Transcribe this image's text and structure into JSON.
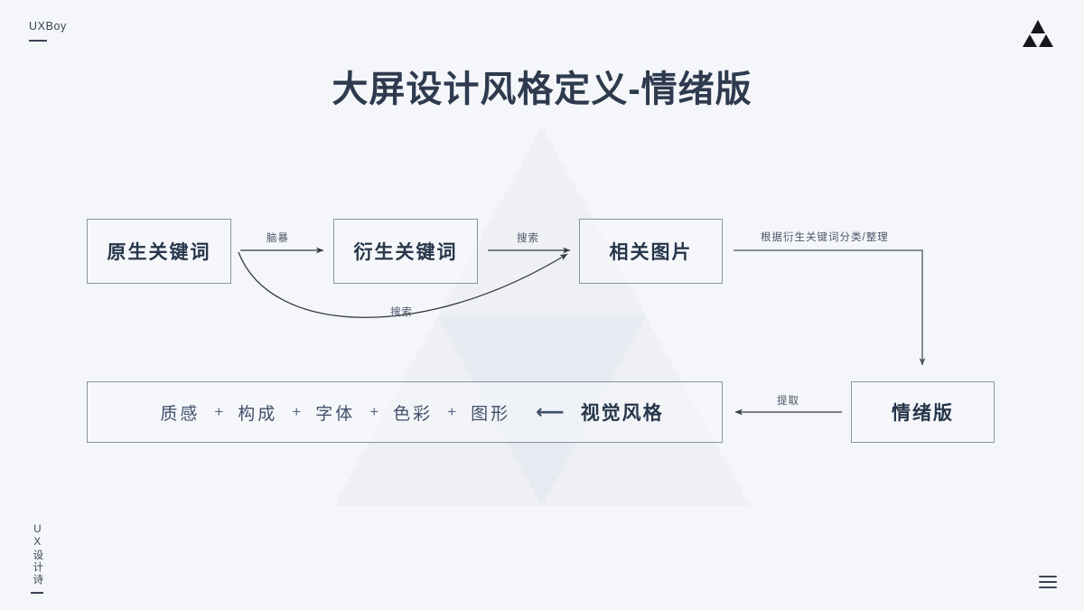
{
  "brand": {
    "top_left": "UXBoy",
    "bottom_left": "UX设计诗",
    "logo_icon": "triangle-logo-icon",
    "menu_icon": "hamburger-menu-icon"
  },
  "title": "大屏设计风格定义-情绪版",
  "colors": {
    "background": "#f4f6f9",
    "title": "#2e3a4e",
    "node_border": "#8a93a5",
    "node_text": "#27364b",
    "label_text": "#4a5568",
    "connector": "#3a3f48",
    "watermark": "#e8ebf0"
  },
  "diagram": {
    "nodes": [
      {
        "id": "source-keyword",
        "label": "原生关键词"
      },
      {
        "id": "derived-keyword",
        "label": "衍生关键词"
      },
      {
        "id": "related-images",
        "label": "相关图片"
      },
      {
        "id": "mood-board",
        "label": "情绪版"
      }
    ],
    "style_box": {
      "terms": [
        "质感",
        "构成",
        "字体",
        "色彩",
        "图形"
      ],
      "plus": "+",
      "arrow": "⟵",
      "result": "视觉风格"
    },
    "edges": [
      {
        "id": "brainstorm",
        "label": "脑暴",
        "from": "source-keyword",
        "to": "derived-keyword"
      },
      {
        "id": "search-straight",
        "label": "搜索",
        "from": "derived-keyword",
        "to": "related-images"
      },
      {
        "id": "search-curve",
        "label": "搜索",
        "from": "source-keyword",
        "to": "related-images"
      },
      {
        "id": "classify",
        "label": "根据衍生关键词分类/整理",
        "from": "related-images",
        "to": "mood-board"
      },
      {
        "id": "extract",
        "label": "提取",
        "from": "mood-board",
        "to": "visual-style"
      }
    ]
  }
}
